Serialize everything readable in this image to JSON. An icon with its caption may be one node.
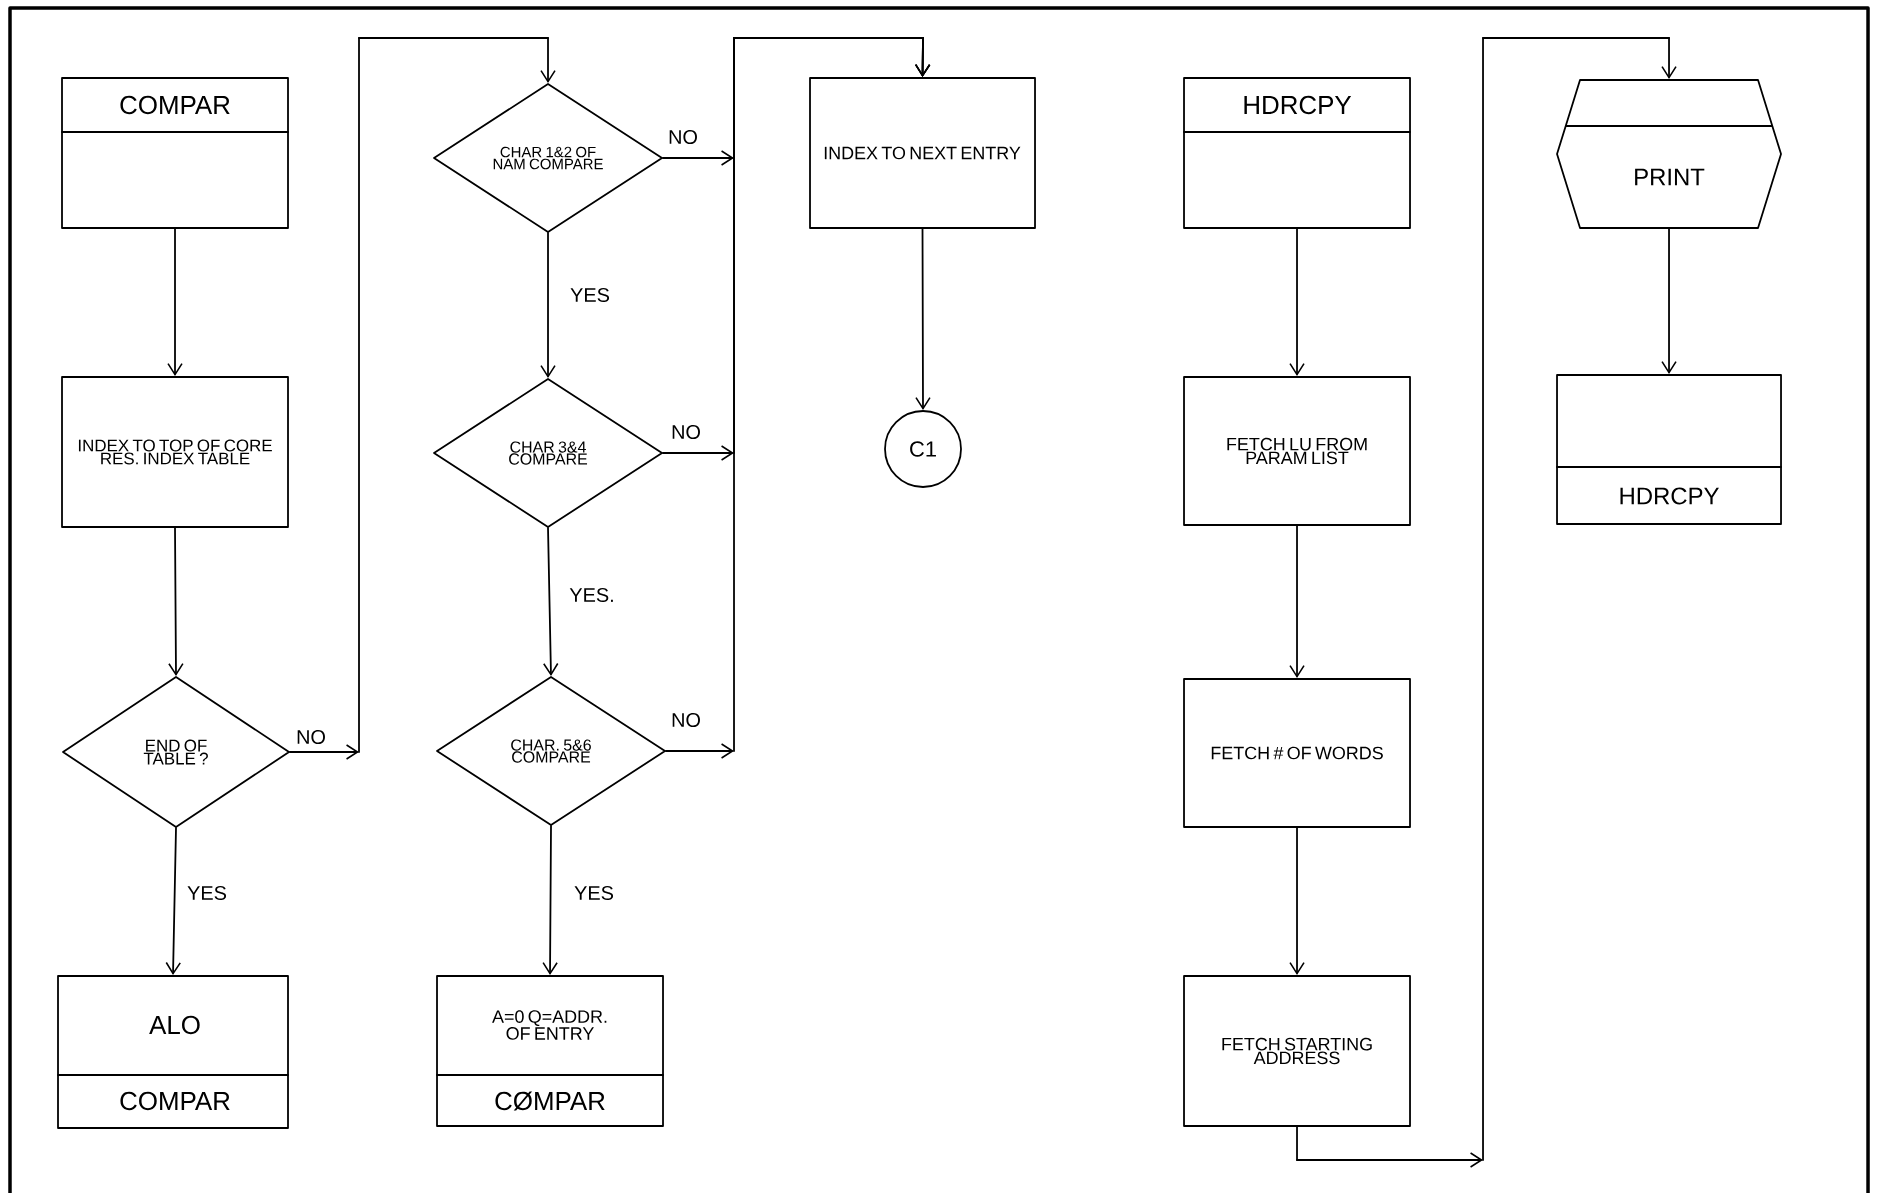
{
  "diagram": {
    "nodes": [
      {
        "text": [
          "COMPAR"
        ]
      },
      {
        "text": [
          "INDEX TO TOP OF CORE RES. INDEX TABLE"
        ]
      },
      {
        "text": [
          "END OF TABLE ?"
        ]
      },
      {
        "text": [
          "ALO",
          "COMPAR"
        ]
      },
      {
        "text": [
          "CHAR 1&2 OF NAM COMPARE"
        ]
      },
      {
        "text": [
          "CHAR 3&4 COMPARE"
        ]
      },
      {
        "text": [
          "CHAR. 5&6 COMPARE"
        ]
      },
      {
        "text": [
          "A=0 Q=ADDR. OF ENTRY",
          "CØMPAR"
        ]
      },
      {
        "text": [
          "INDEX TO NEXT ENTRY"
        ]
      },
      {
        "text": [
          "C1"
        ]
      },
      {
        "text": [
          "HDRCPY"
        ]
      },
      {
        "text": [
          "FETCH LU FROM PARAM LIST"
        ]
      },
      {
        "text": [
          "FETCH # OF WORDS"
        ]
      },
      {
        "text": [
          "FETCH STARTING ADDRESS"
        ]
      },
      {
        "text": [
          "PRINT"
        ]
      },
      {
        "text": [
          "HDRCPY"
        ]
      }
    ],
    "edges": [
      {
        "from": 0,
        "to": 1,
        "arrow": "to"
      },
      {
        "from": 1,
        "to": 2,
        "arrow": "to"
      },
      {
        "from": 2,
        "to": 3,
        "arrow": "to",
        "label": "YES"
      },
      {
        "from": 2,
        "to": 4,
        "arrow": "to",
        "label": "NO"
      },
      {
        "from": 4,
        "to": 5,
        "arrow": "to",
        "label": "YES"
      },
      {
        "from": 5,
        "to": 6,
        "arrow": "to",
        "label": "YES."
      },
      {
        "from": 6,
        "to": 7,
        "arrow": "to",
        "label": "YES"
      },
      {
        "from": 4,
        "to": 8,
        "arrow": "to",
        "label": "NO"
      },
      {
        "from": 5,
        "to": 8,
        "arrow": "to",
        "label": "NO"
      },
      {
        "from": 6,
        "to": 8,
        "arrow": "to",
        "label": "NO"
      },
      {
        "from": 8,
        "to": 9,
        "arrow": "to"
      },
      {
        "from": 10,
        "to": 11,
        "arrow": "to"
      },
      {
        "from": 11,
        "to": 12,
        "arrow": "to"
      },
      {
        "from": 12,
        "to": 13,
        "arrow": "to"
      },
      {
        "from": 13,
        "to": 14,
        "arrow": "to"
      },
      {
        "from": 14,
        "to": 15,
        "arrow": "to"
      }
    ]
  }
}
